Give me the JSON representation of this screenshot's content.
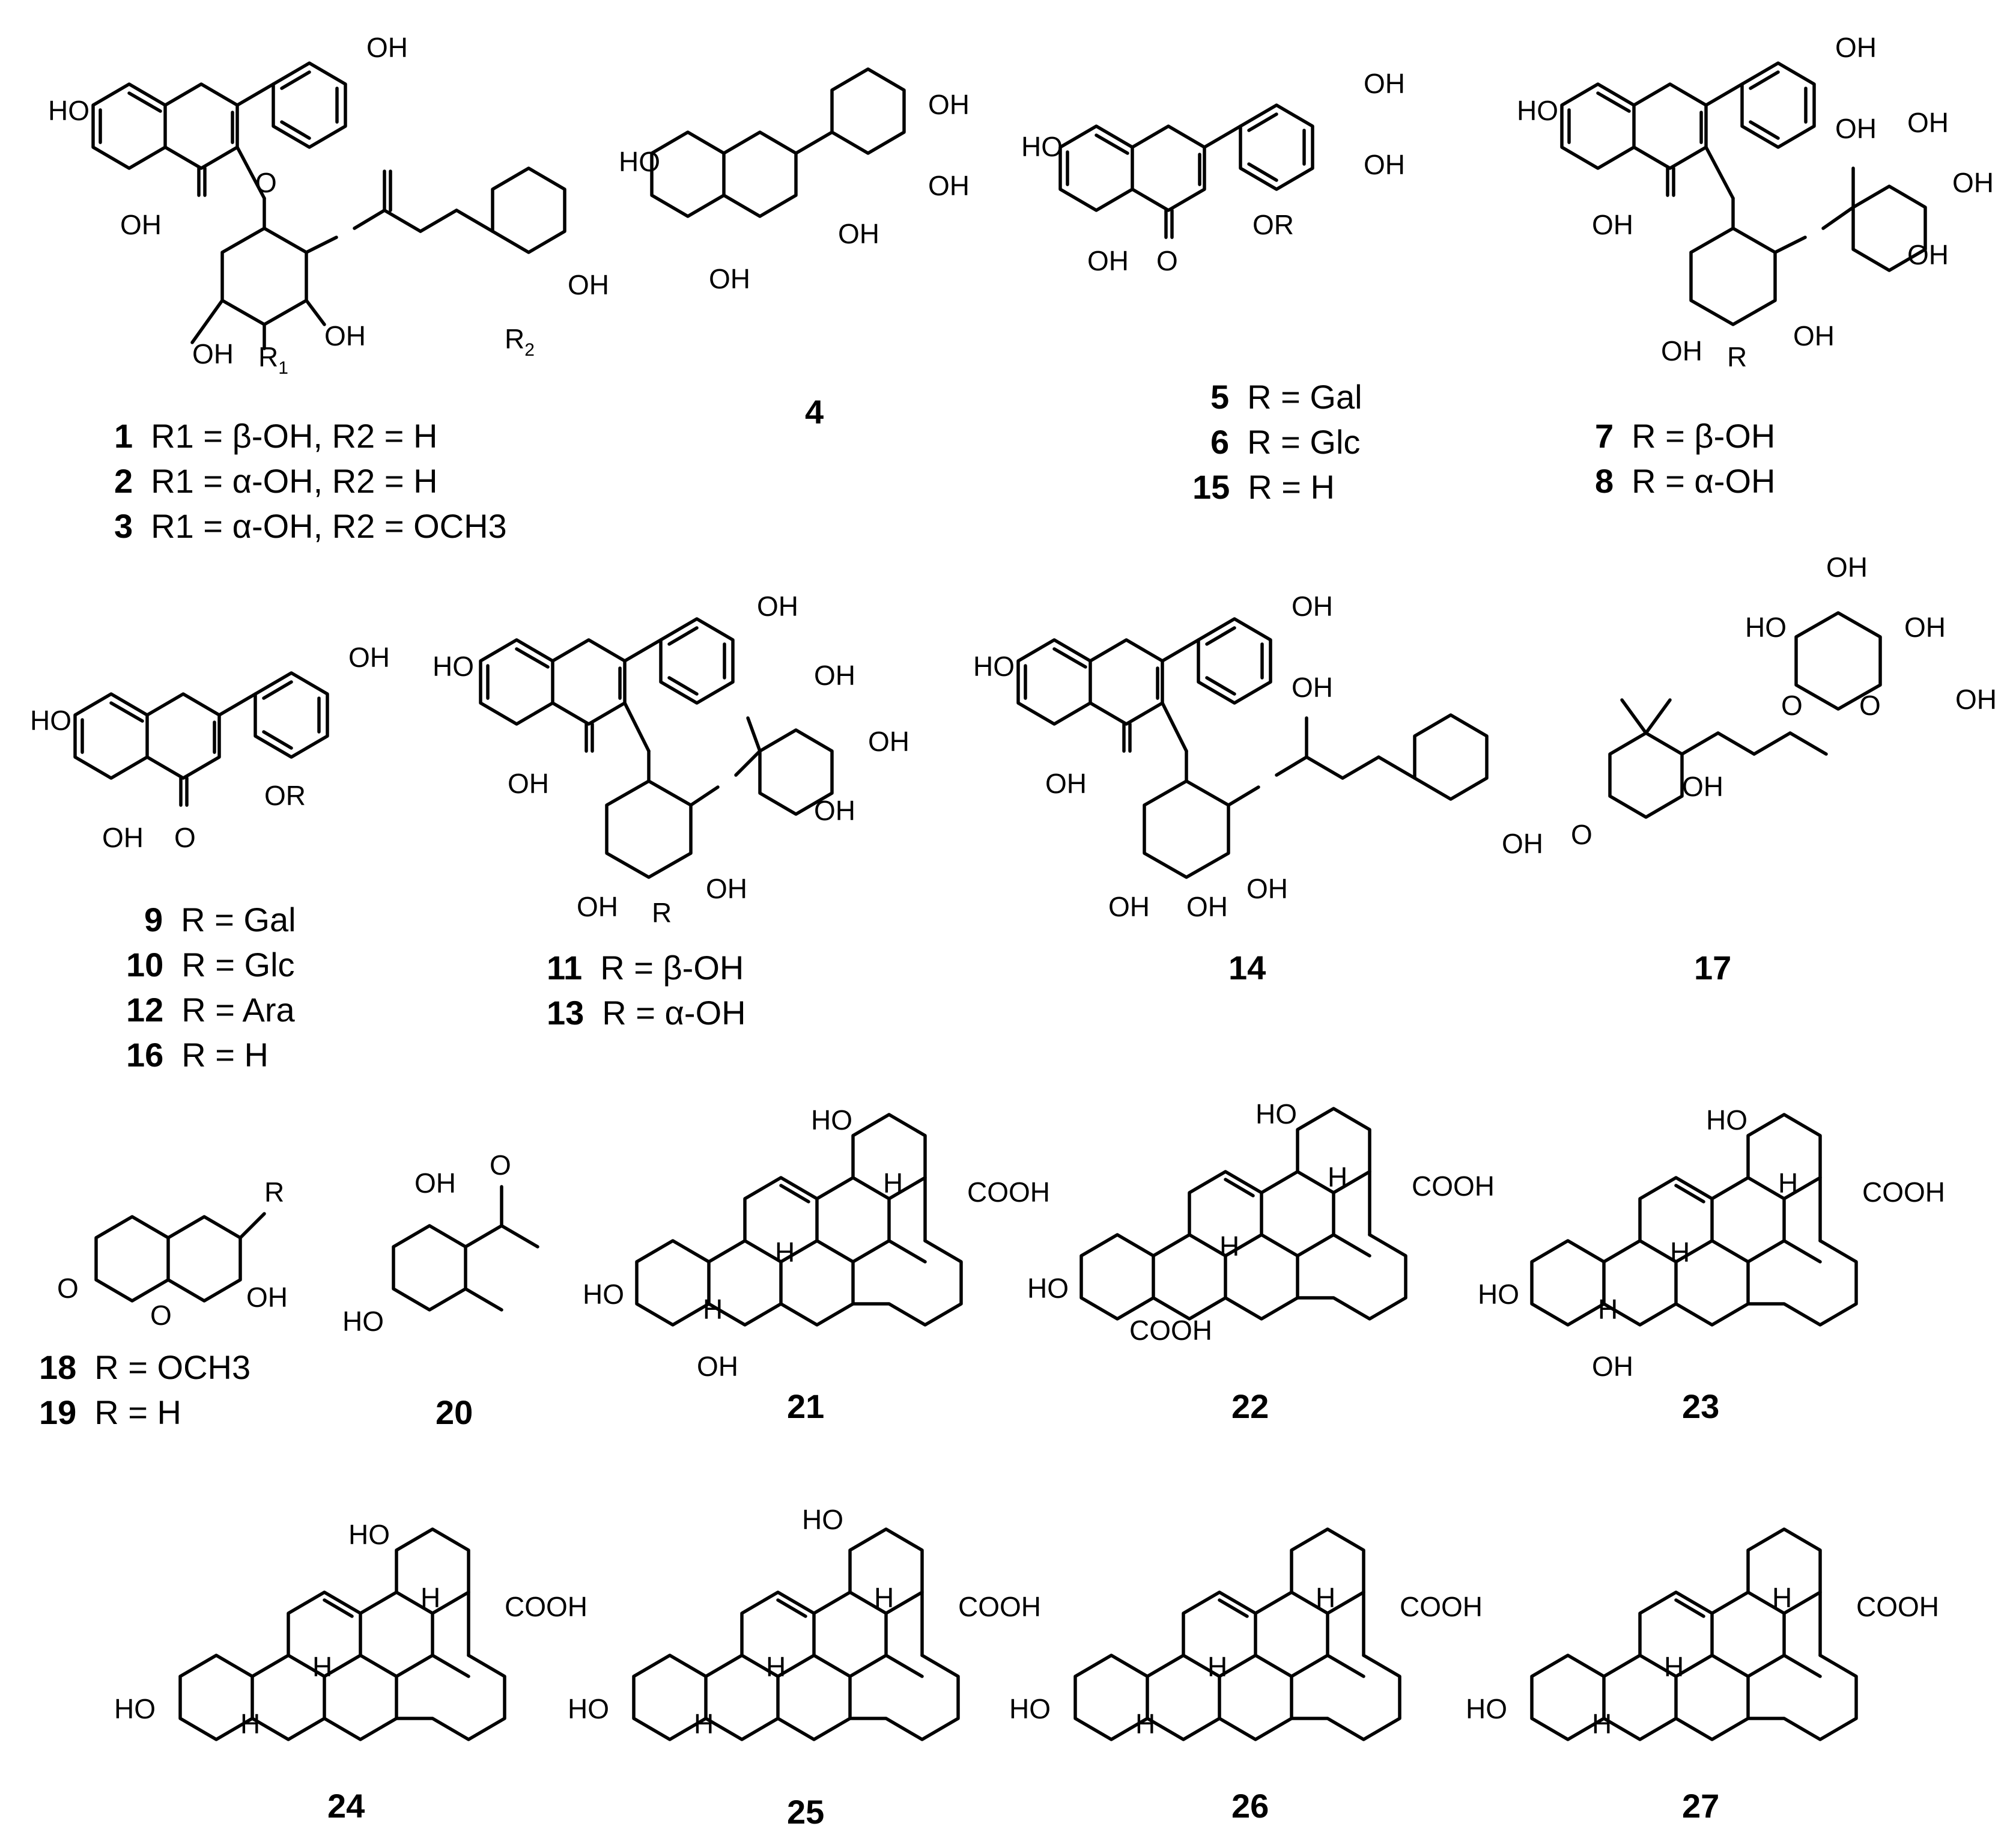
{
  "figure": {
    "compound_labels": [
      "1",
      "2",
      "3",
      "4",
      "5",
      "6",
      "15",
      "7",
      "8",
      "9",
      "10",
      "12",
      "16",
      "11",
      "13",
      "14",
      "17",
      "18",
      "19",
      "20",
      "21",
      "22",
      "23",
      "24",
      "25",
      "26",
      "27"
    ],
    "captions": {
      "c1": {
        "num": "1",
        "text": "R1 = β-OH, R2 = H"
      },
      "c2": {
        "num": "2",
        "text": "R1 = α-OH, R2 = H"
      },
      "c3": {
        "num": "3",
        "text": "R1 = α-OH, R2 = OCH3"
      },
      "c5": {
        "num": "5",
        "text": "R = Gal"
      },
      "c6": {
        "num": "6",
        "text": "R = Glc"
      },
      "c15": {
        "num": "15",
        "text": "R = H"
      },
      "c7": {
        "num": "7",
        "text": "R = β-OH"
      },
      "c8": {
        "num": "8",
        "text": "R = α-OH"
      },
      "c9": {
        "num": "9",
        "text": "R = Gal"
      },
      "c10": {
        "num": "10",
        "text": "R = Glc"
      },
      "c12": {
        "num": "12",
        "text": "R = Ara"
      },
      "c16": {
        "num": "16",
        "text": "R = H"
      },
      "c11": {
        "num": "11",
        "text": "R = β-OH"
      },
      "c13": {
        "num": "13",
        "text": "R = α-OH"
      },
      "c18": {
        "num": "18",
        "text": "R = OCH3"
      },
      "c19": {
        "num": "19",
        "text": "R = H"
      }
    },
    "atom_labels": {
      "OH": "OH",
      "HO": "HO",
      "O": "O",
      "OR": "OR",
      "R": "R",
      "R1": "R",
      "R2": "R",
      "sub1": "1",
      "sub2": "2",
      "H": "H",
      "COOH": "COOH"
    }
  }
}
